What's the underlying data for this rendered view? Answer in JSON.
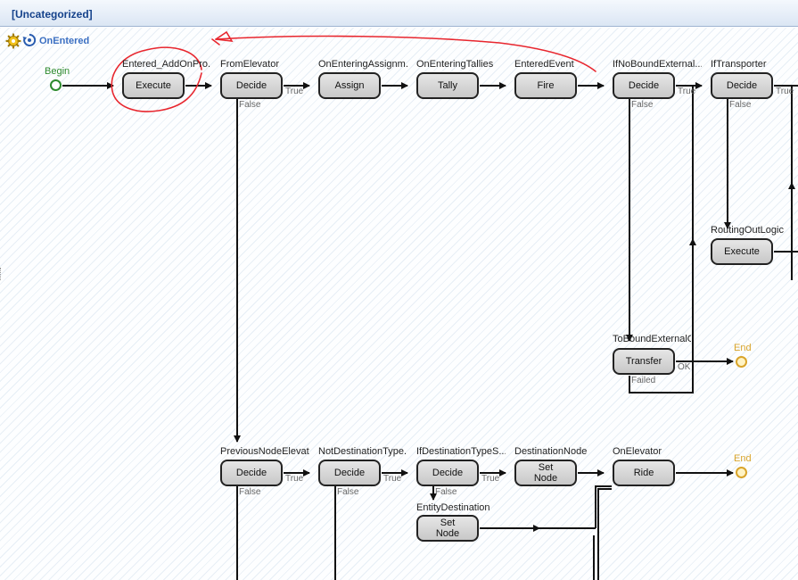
{
  "header": {
    "title": "[Uncategorized]"
  },
  "event": {
    "name": "OnEntered"
  },
  "terminals": {
    "begin": "Begin",
    "end1": "End",
    "end2": "End"
  },
  "steps": {
    "s1": {
      "title": "Entered_AddOnPro...",
      "label": "Execute"
    },
    "s2": {
      "title": "FromElevator",
      "label": "Decide"
    },
    "s3": {
      "title": "OnEnteringAssignm...",
      "label": "Assign"
    },
    "s4": {
      "title": "OnEnteringTallies",
      "label": "Tally"
    },
    "s5": {
      "title": "EnteredEvent",
      "label": "Fire"
    },
    "s6": {
      "title": "IfNoBoundExternal...",
      "label": "Decide"
    },
    "s7": {
      "title": "IfTransporter",
      "label": "Decide"
    },
    "s8": {
      "title": "RoutingOutLogic",
      "label": "Execute"
    },
    "s9": {
      "title": "ToBoundExternalO...",
      "label": "Transfer"
    },
    "s10": {
      "title": "PreviousNodeElevat...",
      "label": "Decide"
    },
    "s11": {
      "title": "NotDestinationType...",
      "label": "Decide"
    },
    "s12": {
      "title": "IfDestinationTypeS...",
      "label": "Decide"
    },
    "s13": {
      "title": "DestinationNode",
      "label": "Set\nNode"
    },
    "s14": {
      "title": "OnElevator",
      "label": "Ride"
    },
    "s15": {
      "title": "EntityDestination",
      "label": "Set\nNode"
    }
  },
  "branches": {
    "true": "True",
    "false": "False",
    "ok": "OK",
    "failed": "Failed"
  },
  "colors": {
    "annotation": "#e8262e",
    "begin": "#2e8b2e",
    "end": "#d9a42a",
    "event_label": "#3b6fc2"
  },
  "icons": [
    "gear-icon",
    "event-icon"
  ]
}
